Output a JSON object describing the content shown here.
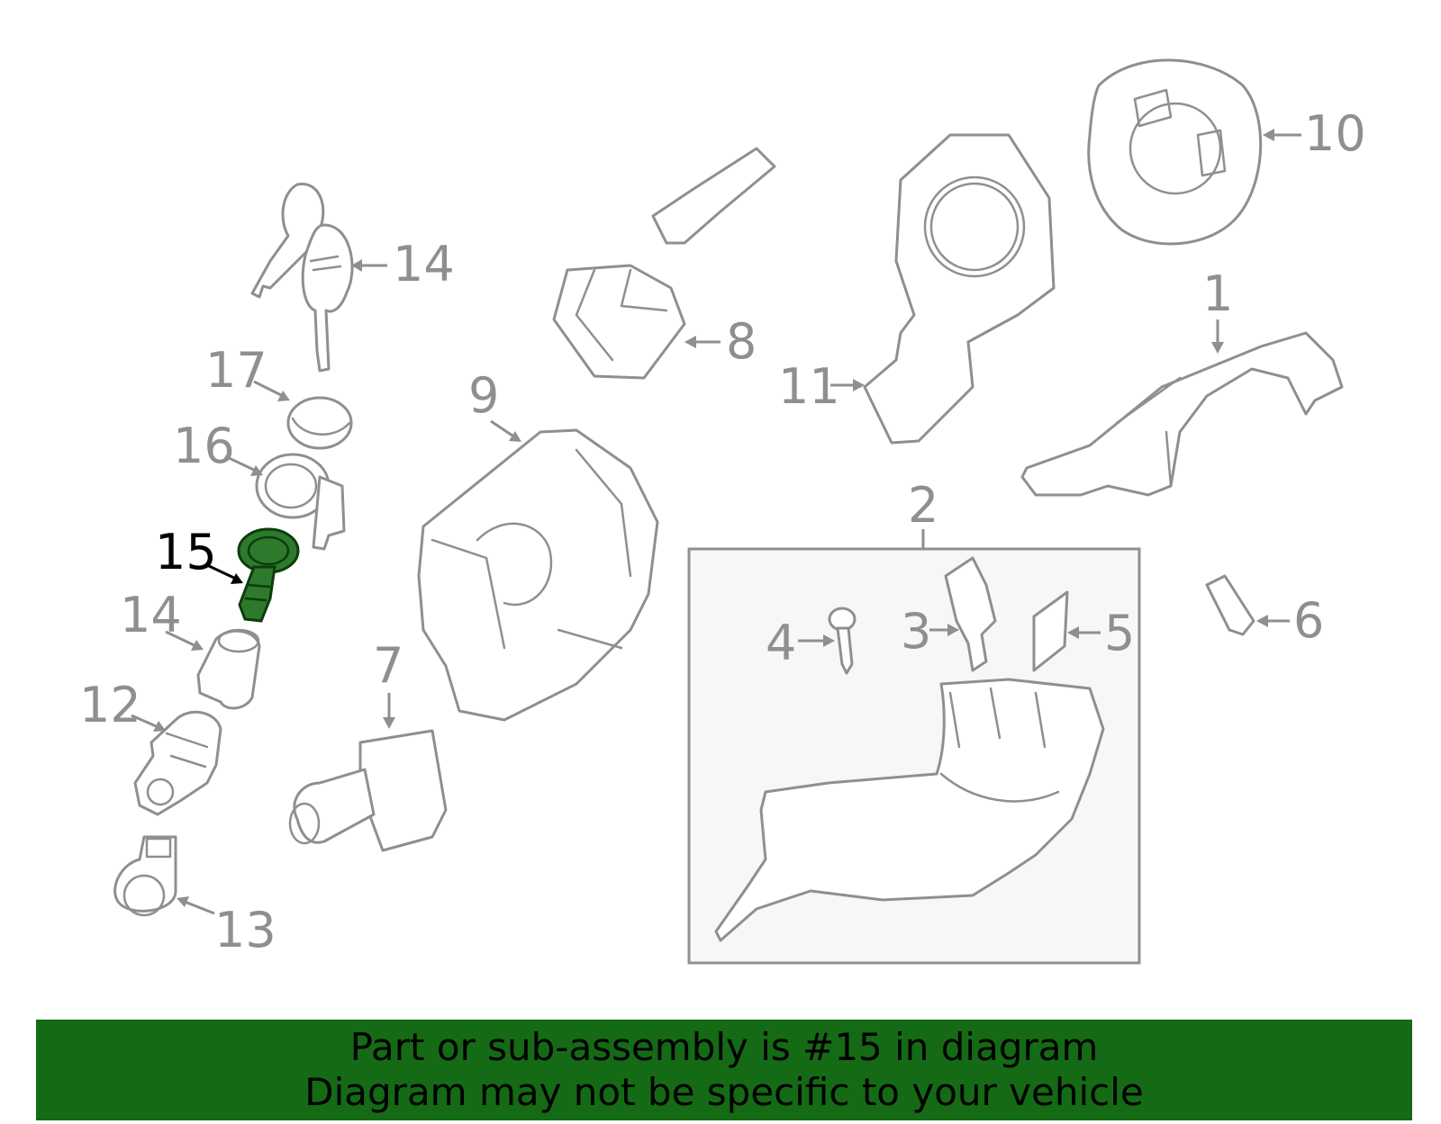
{
  "callouts": {
    "c1": "1",
    "c2": "2",
    "c3": "3",
    "c4": "4",
    "c5": "5",
    "c6": "6",
    "c7": "7",
    "c8": "8",
    "c9": "9",
    "c10": "10",
    "c11": "11",
    "c12": "12",
    "c13": "13",
    "c14a": "14",
    "c14b": "14",
    "c15": "15",
    "c16": "16",
    "c17": "17"
  },
  "highlighted_part": "15",
  "colors": {
    "line": "#8f8f8f",
    "highlight_fill": "#2d7a2d",
    "banner": "#156a15",
    "active_label": "#000000"
  },
  "footer": {
    "line1": "Part or sub-assembly is #15 in diagram",
    "line2": "Diagram may not be specific to your vehicle"
  }
}
